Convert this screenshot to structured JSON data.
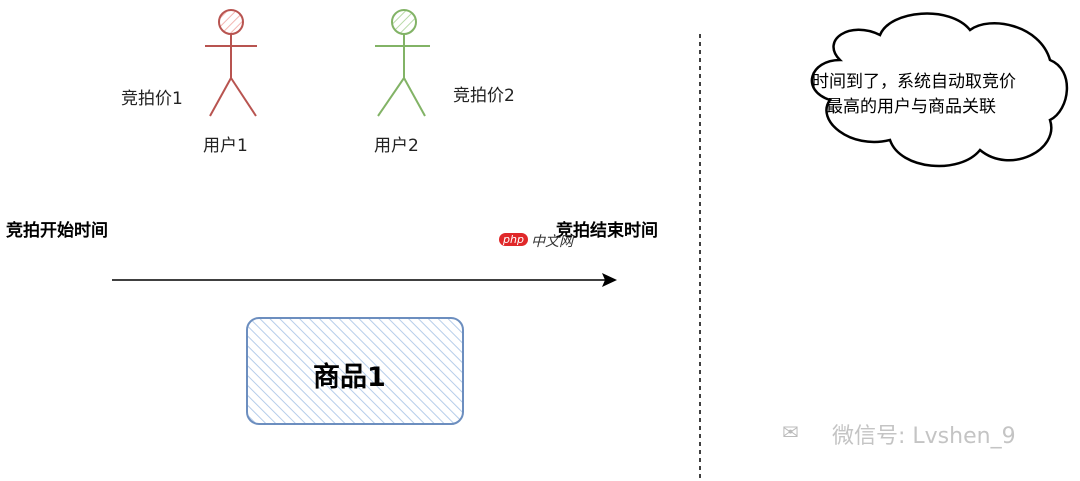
{
  "users": [
    {
      "name": "用户1",
      "bid": "竞拍价1",
      "color": "#b85450"
    },
    {
      "name": "用户2",
      "bid": "竞拍价2",
      "color": "#82b366"
    }
  ],
  "timeline": {
    "start": "竞拍开始时间",
    "end": "竞拍结束时间"
  },
  "product": {
    "label": "商品1",
    "color": "#6c8ebf"
  },
  "cloud": {
    "line1": "时间到了，系统自动取竞价",
    "line2": "最高的用户与商品关联"
  },
  "watermark": {
    "php": "php",
    "site": "中文网",
    "wechat": "微信号: Lvshen_9"
  }
}
